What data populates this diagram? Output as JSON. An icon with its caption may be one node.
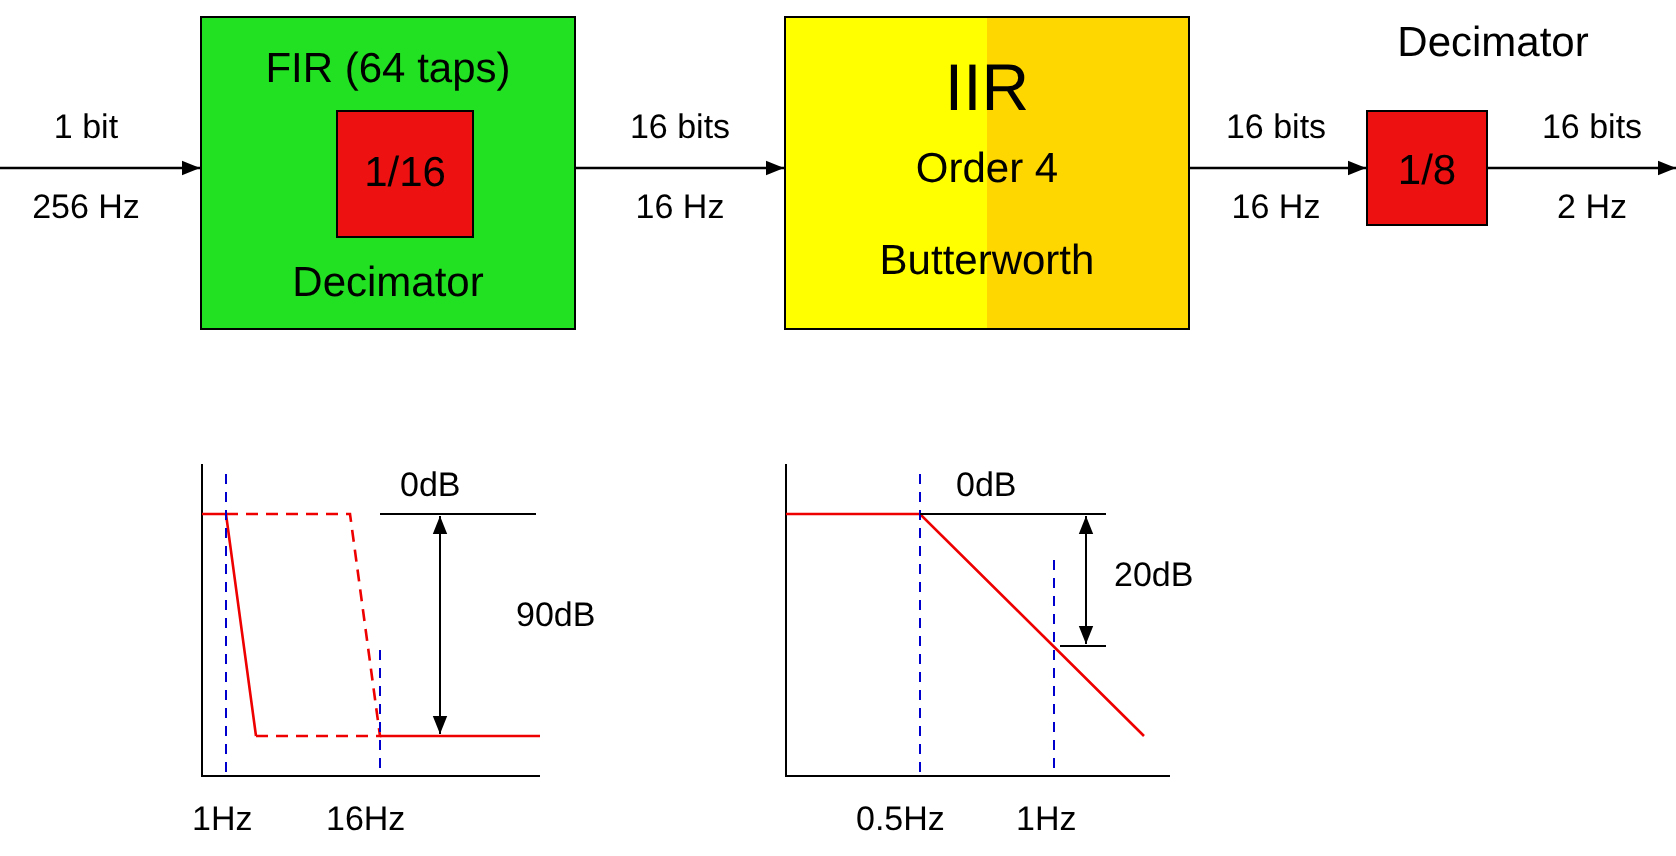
{
  "diagram": {
    "nodes": [
      {
        "text": [
          "FIR (64 taps)",
          "Decimator"
        ]
      },
      {
        "text": [
          "1/16"
        ],
        "in": 0
      },
      {
        "text": [
          "IIR",
          "Order 4",
          "Butterworth"
        ]
      },
      {
        "text": [
          "Decimator",
          "1/8"
        ]
      }
    ],
    "edges": [
      {
        "from": null,
        "to": 0,
        "arrow": "to",
        "label": "1 bit 256 Hz"
      },
      {
        "from": 0,
        "to": 2,
        "arrow": "to",
        "label": "16 bits 16 Hz"
      },
      {
        "from": 2,
        "to": 3,
        "arrow": "to",
        "label": "16 bits 16 Hz"
      },
      {
        "from": 3,
        "to": null,
        "arrow": "to",
        "label": "16 bits 2 Hz"
      }
    ],
    "labels": [
      "0dB",
      "90dB",
      "1Hz",
      "16Hz",
      "0dB",
      "20dB",
      "0.5Hz",
      "1Hz"
    ]
  }
}
